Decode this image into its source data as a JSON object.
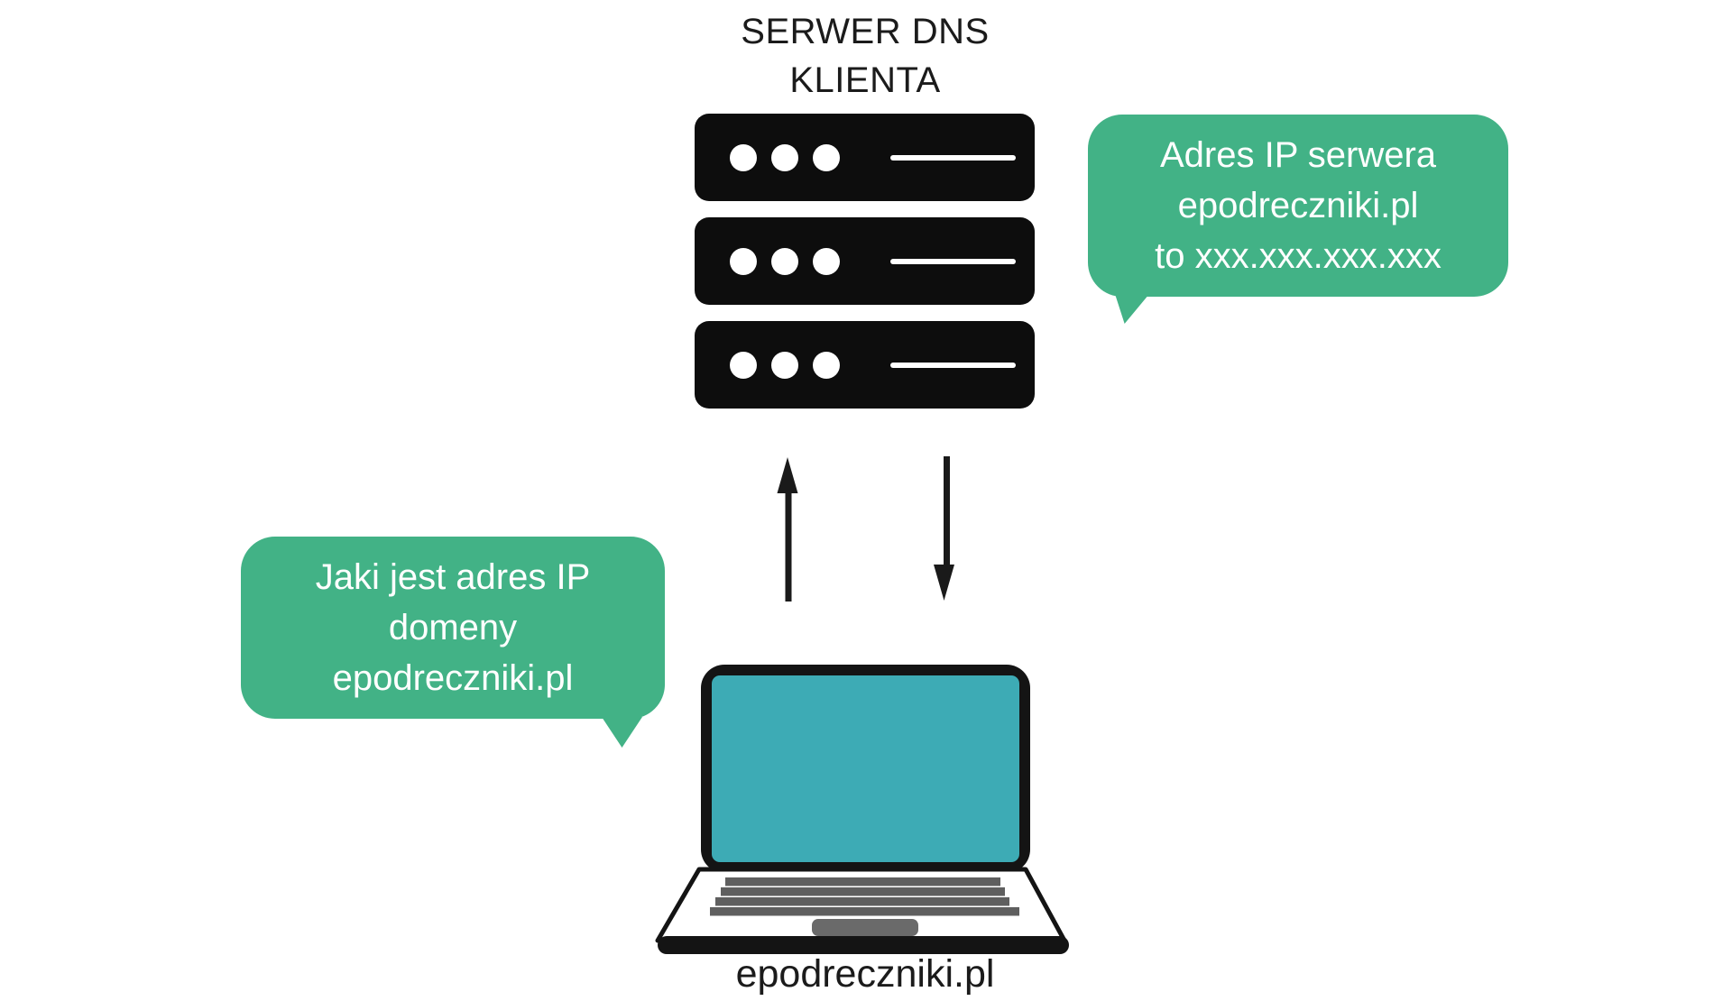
{
  "title": {
    "line1": "SERWER DNS",
    "line2": "KLIENTA"
  },
  "server_bubble": {
    "line1": "Adres IP serwera",
    "line2": "epodreczniki.pl",
    "line3": "to xxx.xxx.xxx.xxx"
  },
  "client_bubble": {
    "line1": "Jaki jest adres IP",
    "line2": "domeny",
    "line3": "epodreczniki.pl"
  },
  "laptop": {
    "label": "epodreczniki.pl"
  },
  "icons": {
    "server": "dns-server-rack-icon",
    "laptop": "laptop-icon",
    "arrow_up": "arrow-up-icon",
    "arrow_down": "arrow-down-icon"
  },
  "colors": {
    "bg": "#ffffff",
    "green": "#42b286",
    "teal": "#3dabb5",
    "black": "#0d0d0d",
    "ink": "#1b1b1b",
    "keyboard_gray": "#5f5f5f",
    "touchpad_gray": "#6a6a6a"
  }
}
